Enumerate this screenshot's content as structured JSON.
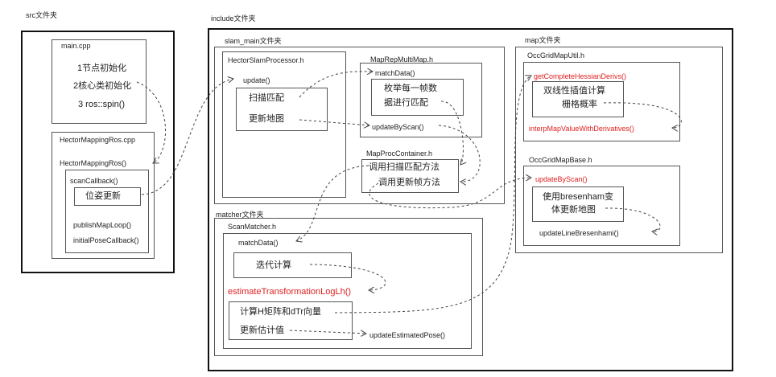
{
  "src": {
    "title": "src文件夹",
    "main": {
      "title": "main.cpp",
      "items": [
        "1节点初始化",
        "2核心类初始化",
        "3 ros::spin()"
      ]
    },
    "mapping": {
      "title": "HectorMappingRos.cpp",
      "func": "HectorMappingRos()",
      "scan_callback": "scanCallback()",
      "pose_update": "位姿更新",
      "publish": "publishMapLoop()",
      "initial": "initialPoseCallback()"
    }
  },
  "include": {
    "title": "include文件夹",
    "slam_main": {
      "title": "slam_main文件夹",
      "processor": {
        "title": "HectorSlamProcessor.h",
        "update": "update()",
        "scan_match": "扫描匹配",
        "update_map": "更新地图"
      },
      "multimap": {
        "title": "MapRepMultiMap.h",
        "match_data": "matchData()",
        "enum_line1": "枚举每一帧数",
        "enum_line2": "据进行匹配",
        "update_by_scan": "updateByScan()"
      },
      "container": {
        "title": "MapProcContainer.h",
        "call_match": "调用扫描匹配方法",
        "call_update": "调用更新帧方法"
      }
    },
    "matcher": {
      "title": "matcher文件夹",
      "scanmatcher": {
        "title": "ScanMatcher.h",
        "match_data": "matchData()",
        "iterate": "迭代计算",
        "estimate": "estimateTransformationLogLh()",
        "compute": "计算H矩阵和dTr向量",
        "update_estimate": "更新估计值",
        "update_pose": "updateEstimatedPose()"
      }
    },
    "map": {
      "title": "map文件夹",
      "util": {
        "title": "OccGridMapUtil.h",
        "hessian": "getCompleteHessianDerivs()",
        "bilinear1": "双线性插值计算",
        "bilinear2": "栅格概率",
        "interp": "interpMapValueWithDerivatives()"
      },
      "base": {
        "title": "OccGridMapBase.h",
        "update_by_scan": "updateByScan()",
        "bresenham1": "使用bresenham变",
        "bresenham2": "体更新地图",
        "update_line": "updateLineBresenhami()"
      }
    }
  },
  "colors": {
    "highlight": "#e02020",
    "frame": "#111111",
    "box": "#555555"
  }
}
